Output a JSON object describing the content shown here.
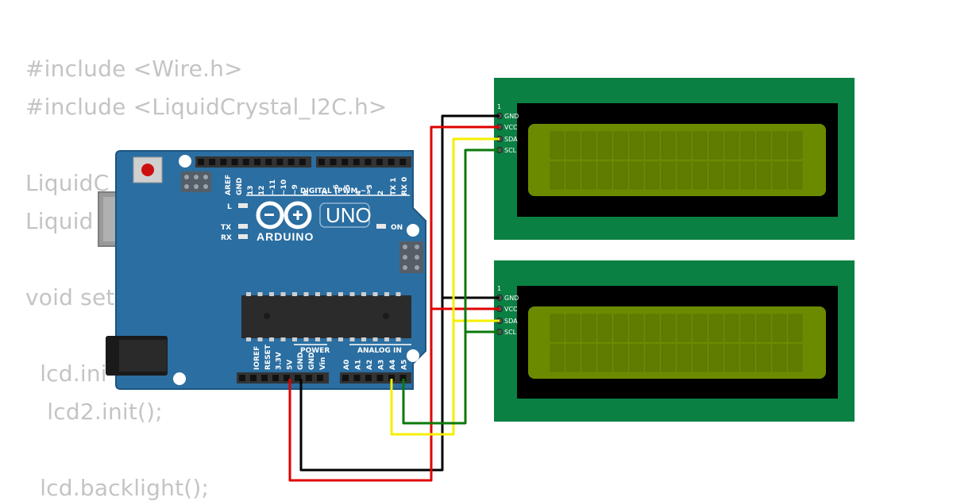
{
  "code_lines": [
    "#include <Wire.h>",
    "#include <LiquidCrystal_I2C.h>",
    "LiquidC",
    "Liquid",
    "void set",
    "  lcd.ini",
    "   lcd2.init();",
    "  lcd.backlight();"
  ],
  "arduino": {
    "brand": "ARDUINO",
    "model": "UNO",
    "digital_header": "DIGITAL (PWM ~)",
    "power_header": "POWER",
    "analog_header": "ANALOG IN",
    "led_labels": [
      "L",
      "TX",
      "RX",
      "ON"
    ],
    "digital_pins": [
      "AREF",
      "GND",
      "13",
      "12",
      "~11",
      "~10",
      "~9",
      "8",
      "7",
      "~6",
      "~5",
      "4",
      "~3",
      "2",
      "TX 1",
      "RX 0"
    ],
    "power_pins": [
      "IOREF",
      "RESET",
      "3.3V",
      "5V",
      "GND",
      "GND",
      "Vin"
    ],
    "analog_pins": [
      "A0",
      "A1",
      "A2",
      "A3",
      "A4",
      "A5"
    ]
  },
  "lcds": [
    {
      "pin_number": "1",
      "pins": [
        "GND",
        "VCC",
        "SDA",
        "SCL"
      ]
    },
    {
      "pin_number": "1",
      "pins": [
        "GND",
        "VCC",
        "SDA",
        "SCL"
      ]
    }
  ],
  "colors": {
    "board": "#2b6ea1",
    "board_dark": "#1d5582",
    "lcd_pcb": "#0b8043",
    "lcd_screen": "#6b8a00",
    "wire_gnd": "#000000",
    "wire_vcc": "#e00000",
    "wire_sda": "#f5ef00",
    "wire_scl": "#0a7a0a",
    "code_text": "#c4c4c4"
  }
}
